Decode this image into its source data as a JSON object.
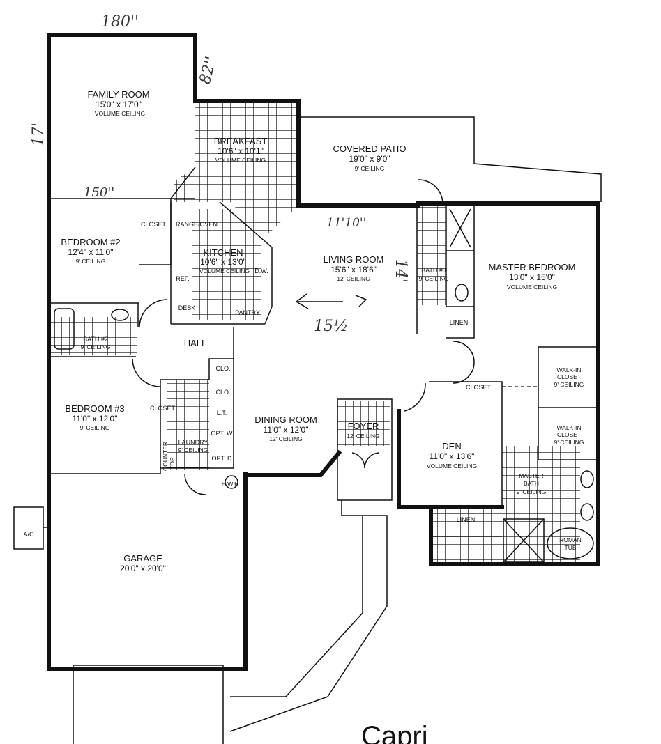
{
  "plan_name": "Capri",
  "rooms": {
    "family": {
      "name": "FAMILY ROOM",
      "dims": "15'0\" x 17'0\"",
      "ceiling": "VOLUME CEILING"
    },
    "breakfast": {
      "name": "BREAKFAST",
      "dims": "10'6\" x 10'1\"",
      "ceiling": "VOLUME CEILING"
    },
    "patio": {
      "name": "COVERED PATIO",
      "dims": "19'0\" x 9'0\"",
      "ceiling": "9' CEILING"
    },
    "bedroom2": {
      "name": "BEDROOM #2",
      "dims": "12'4\" x 11'0\"",
      "ceiling": "9' CEILING"
    },
    "kitchen": {
      "name": "KITCHEN",
      "dims": "10'6\" x 13'0\"",
      "ceiling": "VOLUME CEILING"
    },
    "living": {
      "name": "LIVING ROOM",
      "dims": "15'6\" x 18'6\"",
      "ceiling": "12' CEILING"
    },
    "bath3": {
      "name": "BATH #3",
      "ceiling": "9' CEILING"
    },
    "master": {
      "name": "MASTER BEDROOM",
      "dims": "13'0\" x 15'0\"",
      "ceiling": "VOLUME CEILING"
    },
    "bath2": {
      "name": "BATH #2",
      "ceiling": "9' CEILING"
    },
    "hall": {
      "name": "HALL"
    },
    "bedroom3": {
      "name": "BEDROOM #3",
      "dims": "11'0\" x 12'0\"",
      "ceiling": "9' CEILING"
    },
    "laundry": {
      "name": "LAUNDRY",
      "ceiling": "9' CEILING"
    },
    "dining": {
      "name": "DINING ROOM",
      "dims": "11'0\" x 12'0\"",
      "ceiling": "12' CEILING"
    },
    "foyer": {
      "name": "FOYER",
      "ceiling": "12' CEILING"
    },
    "den": {
      "name": "DEN",
      "dims": "11'0\" x 13'6\"",
      "ceiling": "VOLUME CEILING"
    },
    "walkin1": {
      "line1": "WALK-IN",
      "line2": "CLOSET",
      "ceiling": "9' CEILING"
    },
    "walkin2": {
      "line1": "WALK-IN",
      "line2": "CLOSET",
      "ceiling": "9' CEILING"
    },
    "masterbath": {
      "line1": "MASTER",
      "line2": "BATH",
      "ceiling": "9' CEILING"
    },
    "garage": {
      "name": "GARAGE",
      "dims": "20'0\" x 20'0\""
    }
  },
  "fixtures": {
    "closet": "CLOSET",
    "range": "RANGE/OVEN",
    "ref": "REF.",
    "dw": "D.W.",
    "desk": "DESK",
    "pantry": "PANTRY",
    "linen": "LINEN",
    "clo": "CLO.",
    "lt": "L.T.",
    "optw": "OPT. W",
    "optd": "OPT. D",
    "counter1": "COUNTER",
    "counter2": "TOP",
    "hwh": "H.W.H",
    "ac": "A/C",
    "roman1": "ROMAN",
    "roman2": "TUB"
  },
  "handwritten": {
    "top_width": "180''",
    "side_82": "82''",
    "left_17": "17'",
    "family_150": "150''",
    "living_1110": "11'10''",
    "living_14": "14'",
    "living_15half": "15½"
  }
}
